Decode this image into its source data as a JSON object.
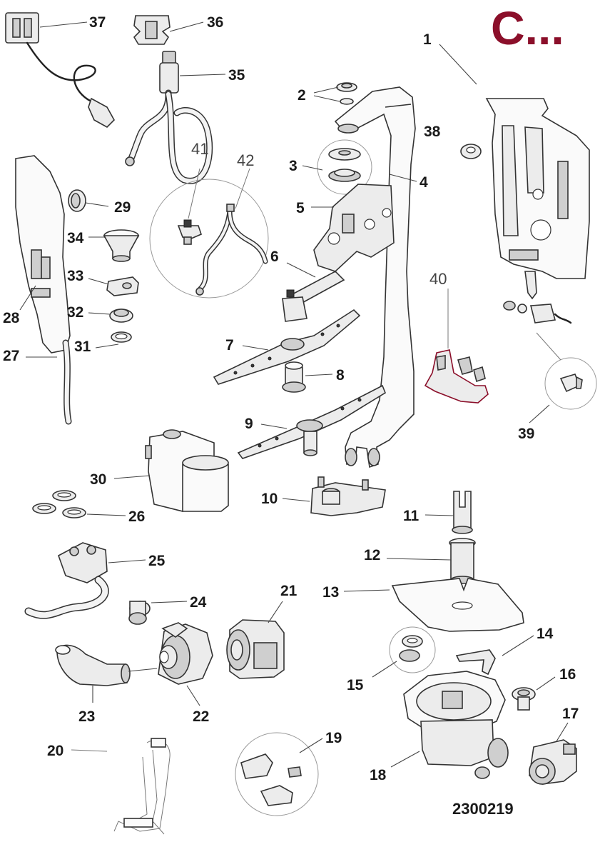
{
  "header": {
    "brand_mark": "C...",
    "brand_color": "#8b0f2a"
  },
  "footer": {
    "reference_number": "2300219"
  },
  "parts": {
    "p1": "1",
    "p2": "2",
    "p3": "3",
    "p4": "4",
    "p5": "5",
    "p6": "6",
    "p7": "7",
    "p8": "8",
    "p9": "9",
    "p10": "10",
    "p11": "11",
    "p12": "12",
    "p13": "13",
    "p14": "14",
    "p15": "15",
    "p16": "16",
    "p17": "17",
    "p18": "18",
    "p19": "19",
    "p20": "20",
    "p21": "21",
    "p22": "22",
    "p23": "23",
    "p24": "24",
    "p25": "25",
    "p26": "26",
    "p27": "27",
    "p28": "28",
    "p29": "29",
    "p30": "30",
    "p31": "31",
    "p32": "32",
    "p33": "33",
    "p34": "34",
    "p35": "35",
    "p36": "36",
    "p37": "37",
    "p38": "38",
    "p39": "39",
    "p40": "40",
    "p41": "41",
    "p42": "42"
  }
}
